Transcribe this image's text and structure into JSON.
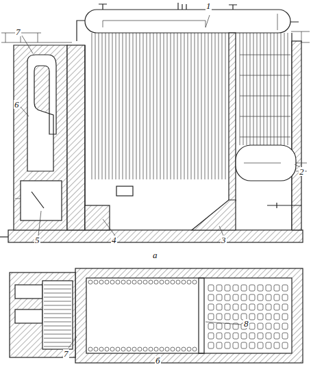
{
  "diagram": {
    "labels": [
      "1",
      "7",
      "6",
      "5",
      "4",
      "3",
      "2",
      "а",
      "7",
      "8",
      "б"
    ]
  }
}
